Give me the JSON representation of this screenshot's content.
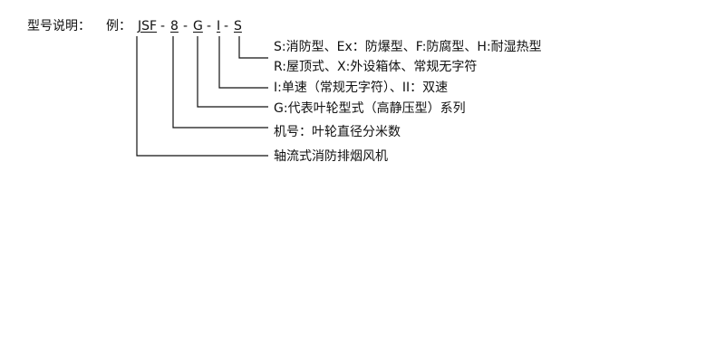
{
  "label": "型号说明：",
  "example": {
    "prefix": "例：",
    "parts": [
      "JSF",
      "8",
      "G",
      "I",
      "S"
    ],
    "separator": "-"
  },
  "descriptions": [
    "S:消防型、Ex：防爆型、F:防腐型、H:耐湿热型",
    "R:屋顶式、X:外设箱体、常规无字符",
    "I:单速（常规无字符）、II：双速",
    "G:代表叶轮型式（高静压型）系列",
    "机号：叶轮直径分米数",
    "轴流式消防排烟风机"
  ],
  "colors": {
    "text": "#111111",
    "line": "#111111"
  }
}
